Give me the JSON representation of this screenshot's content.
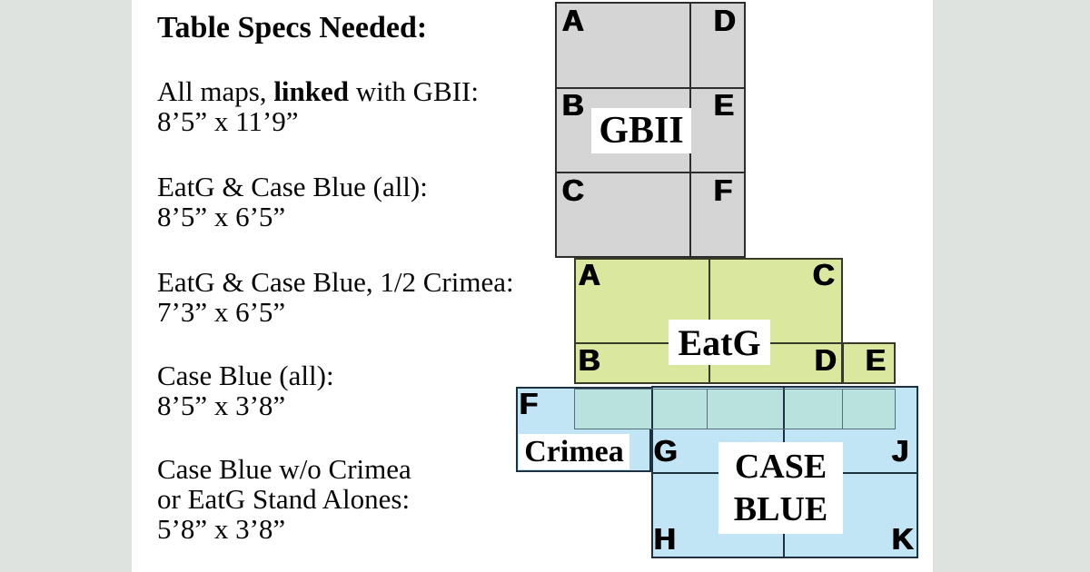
{
  "specs": {
    "title": "Table Specs Needed:",
    "all_maps": {
      "pre": "All maps, ",
      "bold": "linked",
      "post": " with GBII:",
      "size": "8’5” x 11’9”"
    },
    "eatg_cb_all": {
      "line": "EatG & Case Blue (all):",
      "size": "8’5” x 6’5”"
    },
    "eatg_cb_half_crimea": {
      "line": "EatG & Case Blue, 1/2 Crimea:",
      "size": "7’3” x 6’5”"
    },
    "cb_all": {
      "line": "Case Blue (all):",
      "size": "8’5” x 3’8”"
    },
    "cb_wo_crimea": {
      "line1": "Case Blue w/o Crimea",
      "line2": "or EatG Stand Alones:",
      "size": "5’8” x 3’8”"
    }
  },
  "maps": {
    "gbii": {
      "label": "GBII",
      "cells": {
        "a": "A",
        "b": "B",
        "c": "C",
        "d": "D",
        "e": "E",
        "f": "F"
      }
    },
    "eatg": {
      "label": "EatG",
      "cells": {
        "a": "A",
        "b": "B",
        "c": "C",
        "d": "D",
        "e": "E"
      }
    },
    "case_blue": {
      "label_line1": "CASE",
      "label_line2": "BLUE",
      "crimea_label": "Crimea",
      "cells": {
        "f": "F",
        "g": "G",
        "h": "H",
        "j": "J",
        "k": "K"
      }
    }
  },
  "colors": {
    "letterbox_bar": "#dfe3df",
    "gbii_fill": "#d5d5d5",
    "gbii_border": "#2e2e2e",
    "eatg_fill": "#d9e79f",
    "eatg_border": "#3a3a28",
    "case_blue_fill": "#c2e5f6",
    "case_blue_border": "#1d3140",
    "overlap_fill": "#b9e1de",
    "label_chip_bg": "#ffffff",
    "text": "#000000"
  }
}
